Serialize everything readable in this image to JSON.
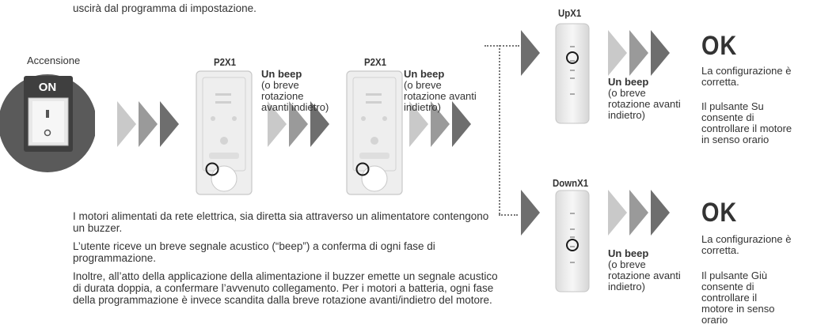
{
  "top_fragment": "uscirà dal programma di impostazione.",
  "switch": {
    "caption": "Accensione",
    "on_label": "ON",
    "symbol_i": "I",
    "symbol_o": "O"
  },
  "step1": {
    "remote_label": "P2X1",
    "beep_title": "Un beep",
    "beep_text": "(o breve rotazione avanti indietro)"
  },
  "step2": {
    "remote_label": "P2X1",
    "beep_title": "Un beep",
    "beep_text": "(o breve rotazione avanti indietro)"
  },
  "branch_up": {
    "remote_label": "UpX1",
    "beep_title": "Un beep",
    "beep_text": "(o breve rotazione avanti indietro)",
    "ok": "OK",
    "ok_line1": "La configurazione è corretta.",
    "ok_line2": "Il pulsante Su consente di controllare il motore in senso orario"
  },
  "branch_down": {
    "remote_label": "DownX1",
    "beep_title": "Un beep",
    "beep_text": "(o breve rotazione avanti indietro)",
    "ok": "OK",
    "ok_line1": "La configurazione è corretta.",
    "ok_line2": "Il pulsante Giù consente di controllare il motore in senso orario"
  },
  "notes": [
    "I motori alimentati da rete elettrica, sia diretta sia attraverso un alimentatore contengono un buzzer.",
    "L’utente riceve un breve segnale acustico (“beep”) a conferma di ogni fase di programmazione.",
    "Inoltre, all’atto della applicazione della alimentazione il buzzer emette un segnale acustico di durata doppia, a confermare l’avvenuto collegamento. Per i motori a batteria, ogni fase della programmazione è invece scandita dalla breve rotazione avanti/indietro del motore."
  ],
  "colors": {
    "arrow_light": "#c9c9c9",
    "arrow_mid": "#9a9a9a",
    "arrow_dark": "#6e6e6e",
    "switch_body": "#555555",
    "switch_face": "#444444"
  }
}
